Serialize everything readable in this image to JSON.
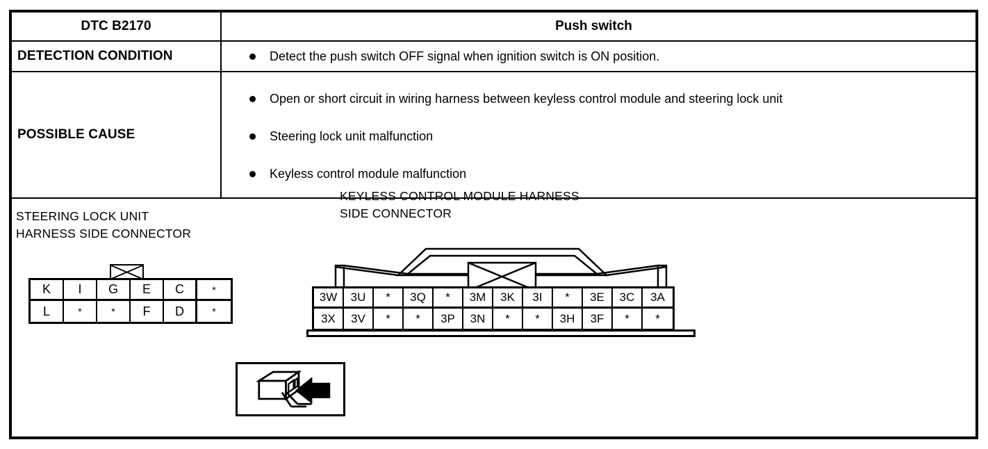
{
  "table": {
    "dtc_label": "DTC B2170",
    "title": "Push switch",
    "detection_label": "DETECTION CONDITION",
    "detection_items": [
      "Detect the push switch OFF signal when ignition switch is ON position."
    ],
    "cause_label": "POSSIBLE CAUSE",
    "cause_items": [
      "Open or short circuit in wiring harness between keyless control module and steering lock unit",
      "Steering lock unit malfunction",
      "Keyless control module malfunction"
    ]
  },
  "diagram": {
    "steering_lock_caption_line1": "STEERING LOCK UNIT",
    "steering_lock_caption_line2": "HARNESS SIDE CONNECTOR",
    "keyless_caption_line1": "KEYLESS CONTROL MODULE HARNESS",
    "keyless_caption_line2": "SIDE CONNECTOR",
    "steering_lock_connector": {
      "top_row": [
        "K",
        "I",
        "G",
        "E",
        "C",
        "*"
      ],
      "bottom_row": [
        "L",
        "*",
        "*",
        "F",
        "D",
        "*"
      ]
    },
    "keyless_connector": {
      "top_row": [
        "3W",
        "3U",
        "*",
        "3Q",
        "*",
        "3M",
        "3K",
        "3I",
        "*",
        "3E",
        "3C",
        "3A"
      ],
      "bottom_row": [
        "3X",
        "3V",
        "*",
        "*",
        "3P",
        "3N",
        "*",
        "*",
        "3H",
        "3F",
        "*",
        "*"
      ]
    },
    "icon_name": "connector-with-arrow-icon"
  },
  "colors": {
    "line": "#000000",
    "background": "#ffffff"
  }
}
